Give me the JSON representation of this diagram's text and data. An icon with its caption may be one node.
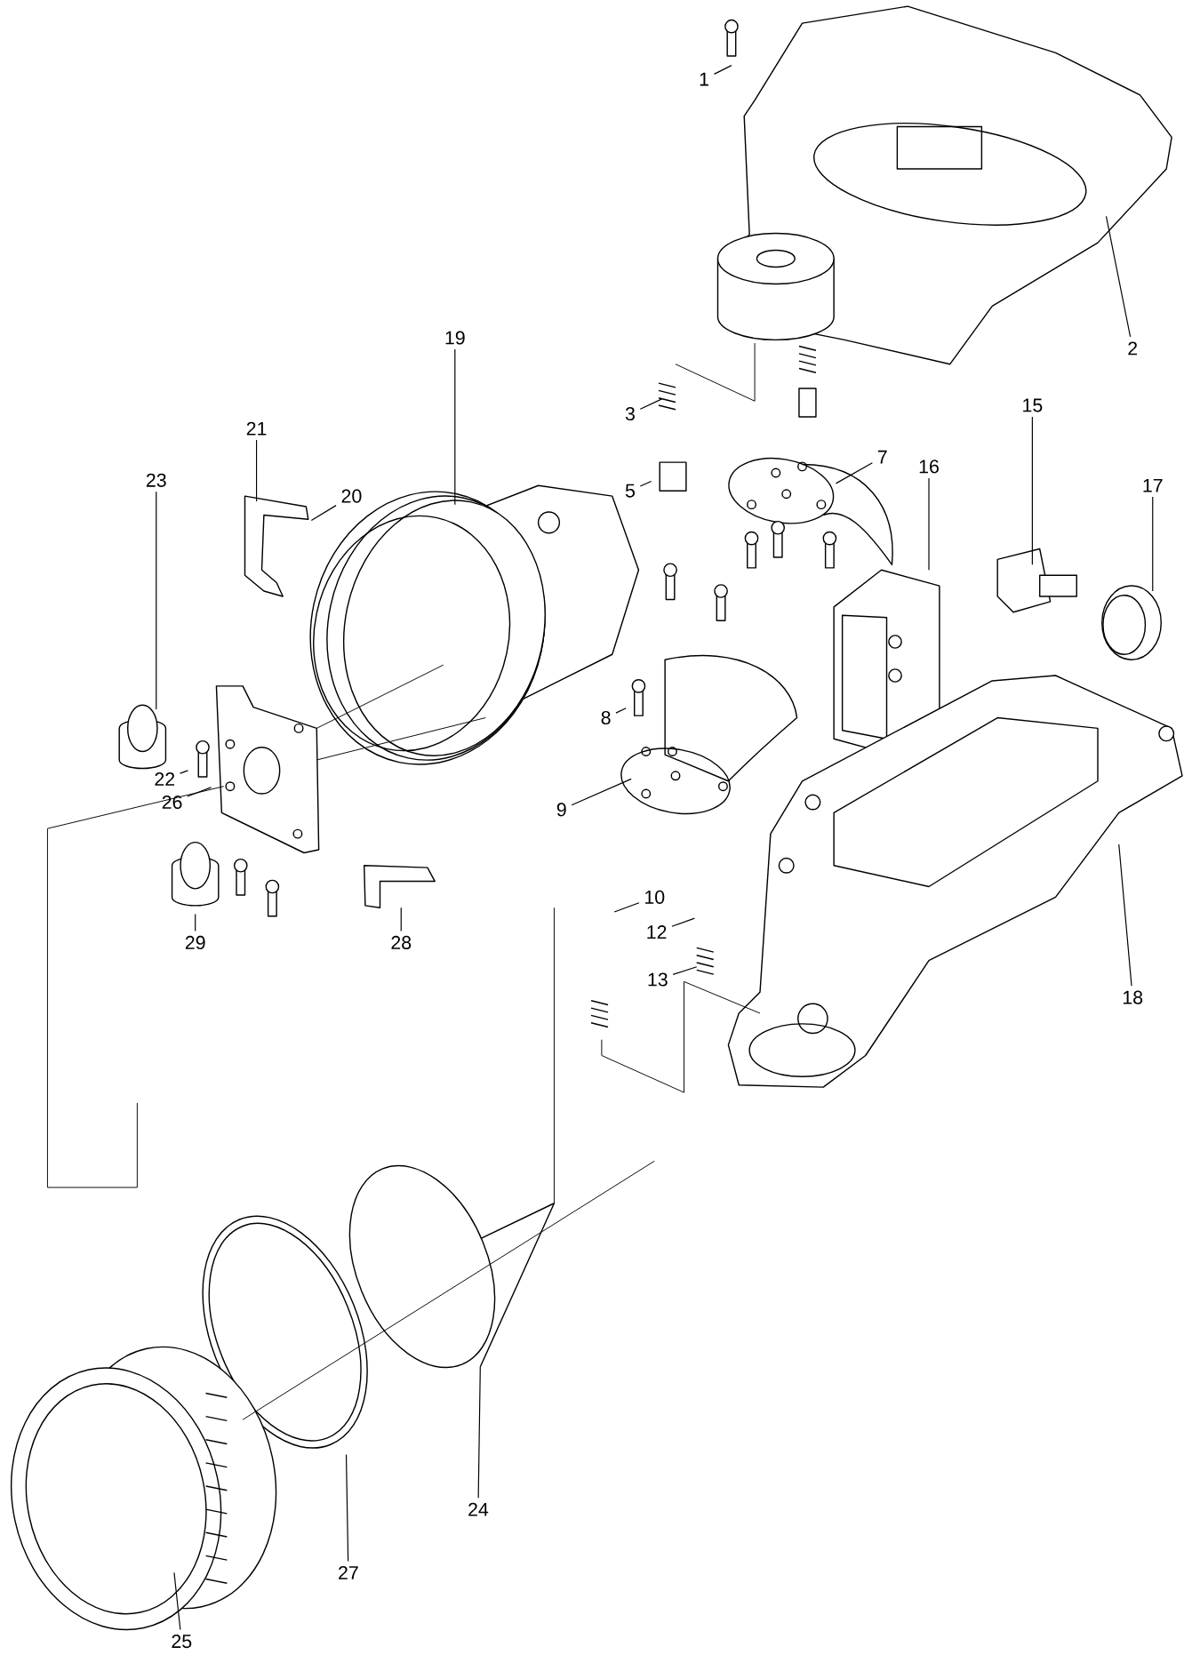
{
  "diagram": {
    "nodes": [
      {
        "text": [
          "1"
        ]
      },
      {
        "text": [
          "19"
        ]
      },
      {
        "text": [
          "2"
        ]
      },
      {
        "text": [
          "15"
        ]
      },
      {
        "text": [
          "3"
        ]
      },
      {
        "text": [
          "21"
        ]
      },
      {
        "text": [
          "7"
        ]
      },
      {
        "text": [
          "16"
        ]
      },
      {
        "text": [
          "23"
        ]
      },
      {
        "text": [
          "17"
        ]
      },
      {
        "text": [
          "5"
        ]
      },
      {
        "text": [
          "20"
        ]
      },
      {
        "text": [
          "8"
        ]
      },
      {
        "text": [
          "22"
        ]
      },
      {
        "text": [
          "26"
        ]
      },
      {
        "text": [
          "9"
        ]
      },
      {
        "text": [
          "10"
        ]
      },
      {
        "text": [
          "12"
        ]
      },
      {
        "text": [
          "29"
        ]
      },
      {
        "text": [
          "28"
        ]
      },
      {
        "text": [
          "13"
        ]
      },
      {
        "text": [
          "18"
        ]
      },
      {
        "text": [
          "24"
        ]
      },
      {
        "text": [
          "27"
        ]
      },
      {
        "text": [
          "25"
        ]
      }
    ],
    "edges": [
      {
        "from": 0,
        "to": null,
        "arrow": "none"
      },
      {
        "from": 1,
        "to": null,
        "arrow": "none"
      },
      {
        "from": 2,
        "to": null,
        "arrow": "none"
      },
      {
        "from": 3,
        "to": null,
        "arrow": "none"
      },
      {
        "from": 4,
        "to": null,
        "arrow": "none"
      },
      {
        "from": 5,
        "to": null,
        "arrow": "none"
      },
      {
        "from": 6,
        "to": null,
        "arrow": "none"
      },
      {
        "from": 7,
        "to": null,
        "arrow": "none"
      },
      {
        "from": 8,
        "to": null,
        "arrow": "none"
      },
      {
        "from": 9,
        "to": null,
        "arrow": "none"
      },
      {
        "from": 10,
        "to": null,
        "arrow": "none"
      },
      {
        "from": 11,
        "to": null,
        "arrow": "none"
      },
      {
        "from": 12,
        "to": null,
        "arrow": "none"
      },
      {
        "from": 13,
        "to": null,
        "arrow": "none"
      },
      {
        "from": 14,
        "to": null,
        "arrow": "none"
      },
      {
        "from": 15,
        "to": null,
        "arrow": "none"
      },
      {
        "from": 16,
        "to": null,
        "arrow": "none"
      },
      {
        "from": 17,
        "to": null,
        "arrow": "none"
      },
      {
        "from": 18,
        "to": null,
        "arrow": "none"
      },
      {
        "from": 19,
        "to": null,
        "arrow": "none"
      },
      {
        "from": 20,
        "to": null,
        "arrow": "none"
      },
      {
        "from": 21,
        "to": null,
        "arrow": "none"
      },
      {
        "from": 22,
        "to": null,
        "arrow": "none"
      },
      {
        "from": 23,
        "to": null,
        "arrow": "none"
      },
      {
        "from": 24,
        "to": null,
        "arrow": "none"
      }
    ]
  }
}
